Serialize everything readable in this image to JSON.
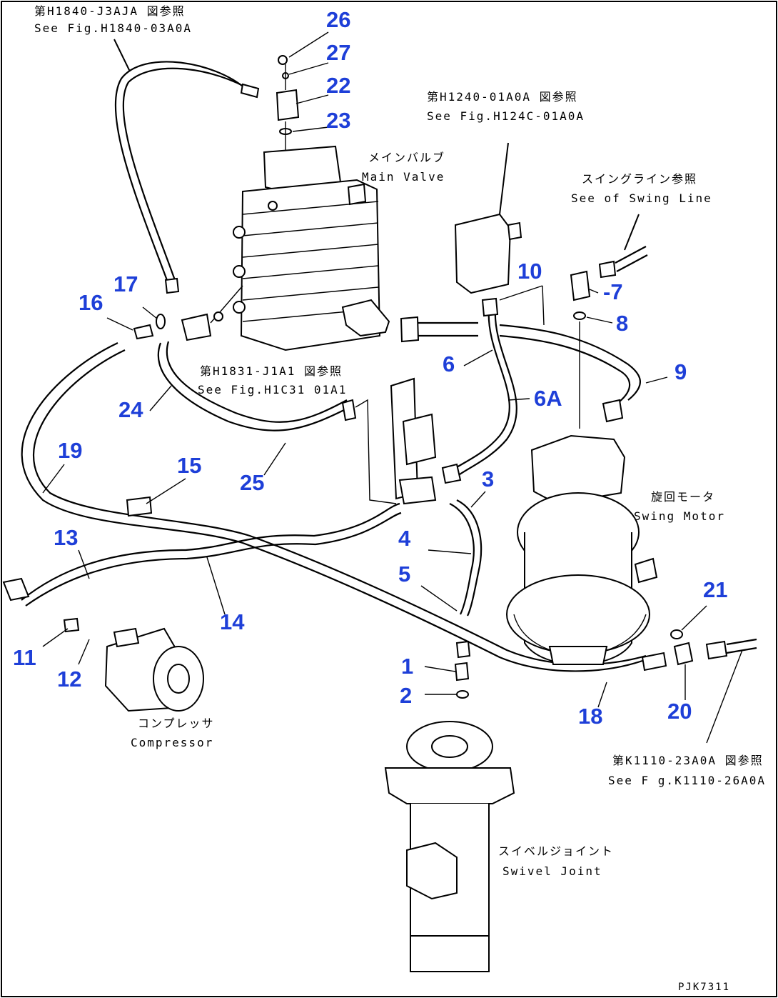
{
  "drawing_code": "PJK7311",
  "callouts": [
    {
      "id": "c26",
      "text": "26"
    },
    {
      "id": "c27",
      "text": "27"
    },
    {
      "id": "c22",
      "text": "22"
    },
    {
      "id": "c23",
      "text": "23"
    },
    {
      "id": "c10",
      "text": "10"
    },
    {
      "id": "c7",
      "text": "-7"
    },
    {
      "id": "c8",
      "text": "8"
    },
    {
      "id": "c9",
      "text": "9"
    },
    {
      "id": "c17",
      "text": "17"
    },
    {
      "id": "c16",
      "text": "16"
    },
    {
      "id": "c6",
      "text": "6"
    },
    {
      "id": "c6a",
      "text": "6A"
    },
    {
      "id": "c24",
      "text": "24"
    },
    {
      "id": "c19",
      "text": "19"
    },
    {
      "id": "c15",
      "text": "15"
    },
    {
      "id": "c25",
      "text": "25"
    },
    {
      "id": "c3",
      "text": "3"
    },
    {
      "id": "c13",
      "text": "13"
    },
    {
      "id": "c4",
      "text": "4"
    },
    {
      "id": "c5",
      "text": "5"
    },
    {
      "id": "c14",
      "text": "14"
    },
    {
      "id": "c21",
      "text": "21"
    },
    {
      "id": "c11",
      "text": "11"
    },
    {
      "id": "c12",
      "text": "12"
    },
    {
      "id": "c1",
      "text": "1"
    },
    {
      "id": "c2",
      "text": "2"
    },
    {
      "id": "c20",
      "text": "20"
    },
    {
      "id": "c18",
      "text": "18"
    }
  ],
  "labels": {
    "ref_h1840_jp": "第H1840-J3AJA 図参照",
    "ref_h1840_en": "See Fig.H1840-03A0A",
    "ref_h1240_jp": "第H1240-01A0A 図参照",
    "ref_h1240_en": "See Fig.H124C-01A0A",
    "main_valve_jp": "メインバルブ",
    "main_valve_en": "Main Valve",
    "swing_line_jp": "スイングライン参照",
    "swing_line_en": "See of Swing Line",
    "ref_h1831_jp": "第H1831-J1A1 図参照",
    "ref_h1831_en": "See Fig.H1C31 01A1",
    "swing_motor_jp": "旋回モータ",
    "swing_motor_en": "Swing Motor",
    "compressor_jp": "コンプレッサ",
    "compressor_en": "Compressor",
    "ref_k1110_jp": "第K1110-23A0A 図参照",
    "ref_k1110_en": "See F g.K1110-26A0A",
    "swivel_jp": "スイベルジョイント",
    "swivel_en": "Swivel Joint"
  }
}
